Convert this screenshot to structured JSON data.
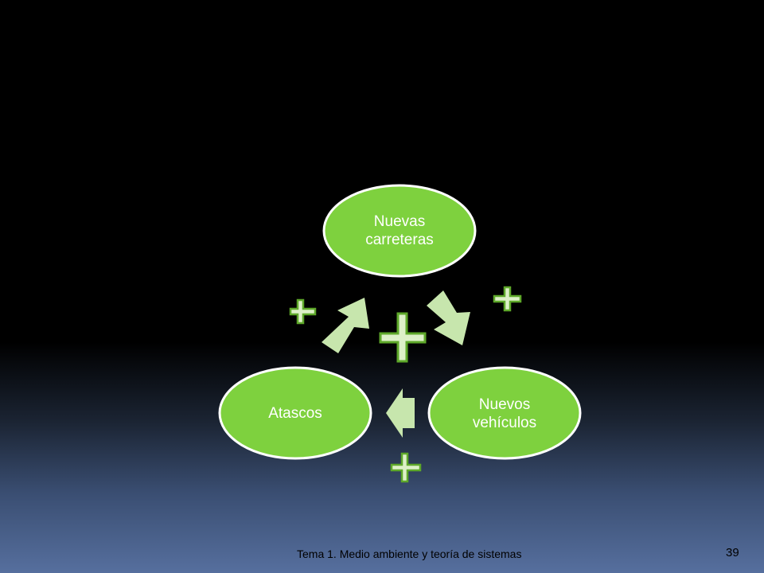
{
  "slide": {
    "footer_text": "Tema 1. Medio ambiente y teoría de sistemas",
    "page_number": "39"
  },
  "diagram": {
    "nodes": [
      {
        "id": "nuevas-carreteras",
        "line1": "Nuevas",
        "line2": "carreteras"
      },
      {
        "id": "nuevos-vehiculos",
        "line1": "Nuevos",
        "line2": "vehículos"
      },
      {
        "id": "atascos",
        "line1": "Atascos",
        "line2": ""
      }
    ],
    "center_sign": "+",
    "link_signs": [
      "+",
      "+",
      "+"
    ]
  },
  "colors": {
    "node_fill": "#7ed13e",
    "node_stroke": "#ffffff",
    "arrow_fill": "#c7e6ad",
    "sign_fill": "#ddf0c8",
    "sign_stroke": "#5ea82a"
  }
}
